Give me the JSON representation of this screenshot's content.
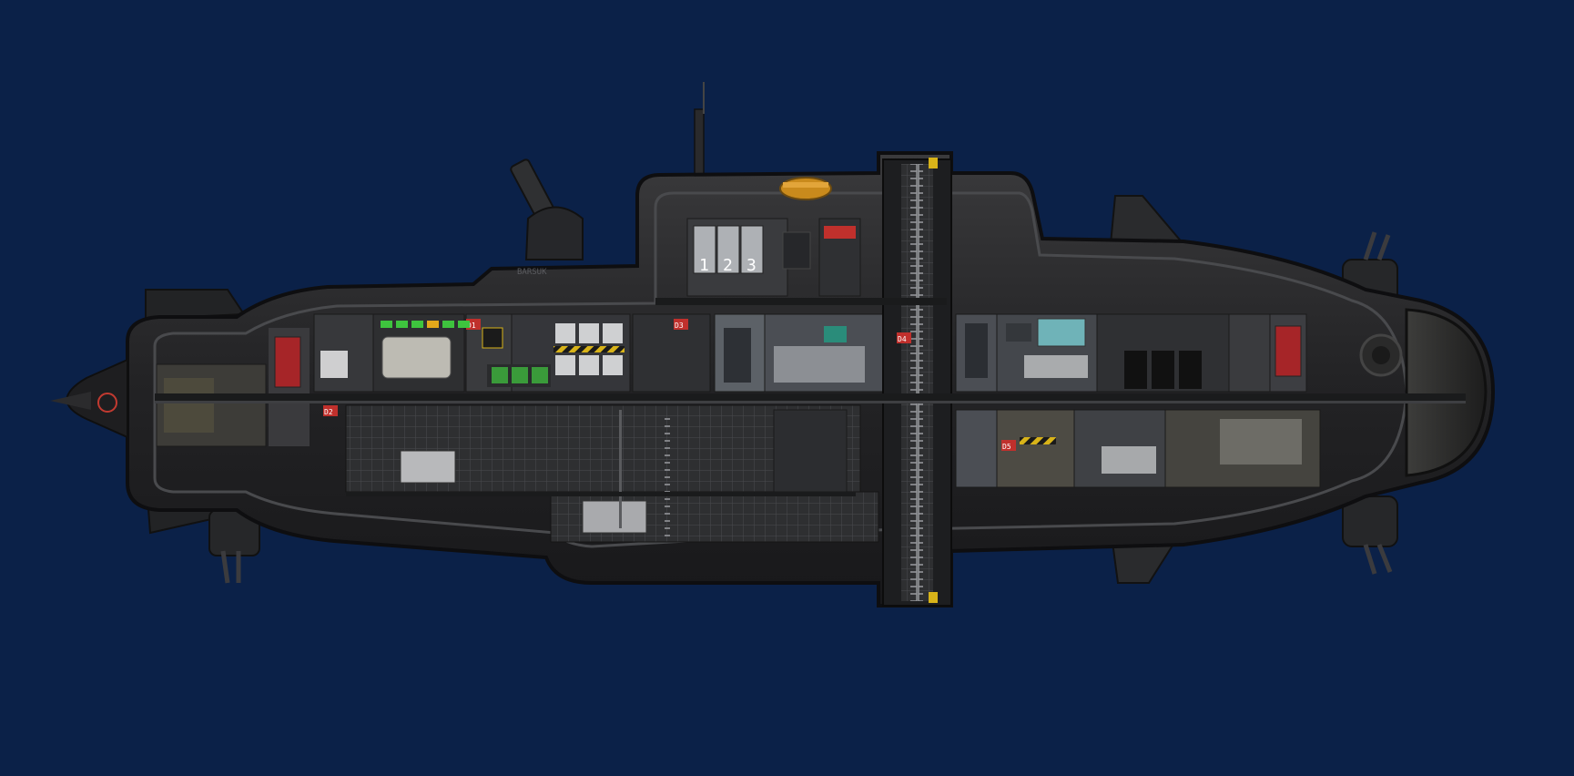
{
  "scene": {
    "background": "#0b2148",
    "subject": "submarine-cross-section"
  },
  "hull": {
    "name_plate": "BARSUK",
    "colors": {
      "hull": "#2b2b2d",
      "hull_edge": "#111113",
      "room_floor": "#3a3a3d",
      "hatch": "#c98a1c",
      "warning": "#d8b319",
      "alarm": "#c0302c",
      "screen": "#2a8c7a"
    }
  },
  "rooms": {
    "ballast_numbers": [
      "1",
      "2",
      "3"
    ],
    "deck_signs": [
      "D1",
      "D2",
      "D3",
      "D4",
      "D5"
    ],
    "status_leds": [
      "#3ec43e",
      "#3ec43e",
      "#3ec43e",
      "#e3a81b",
      "#3ec43e",
      "#3ec43e"
    ]
  },
  "icons": [
    "propeller-icon",
    "sonar-dome-icon",
    "ladder-icon",
    "railgun-icon",
    "periscope-icon",
    "docking-hatch-icon"
  ]
}
